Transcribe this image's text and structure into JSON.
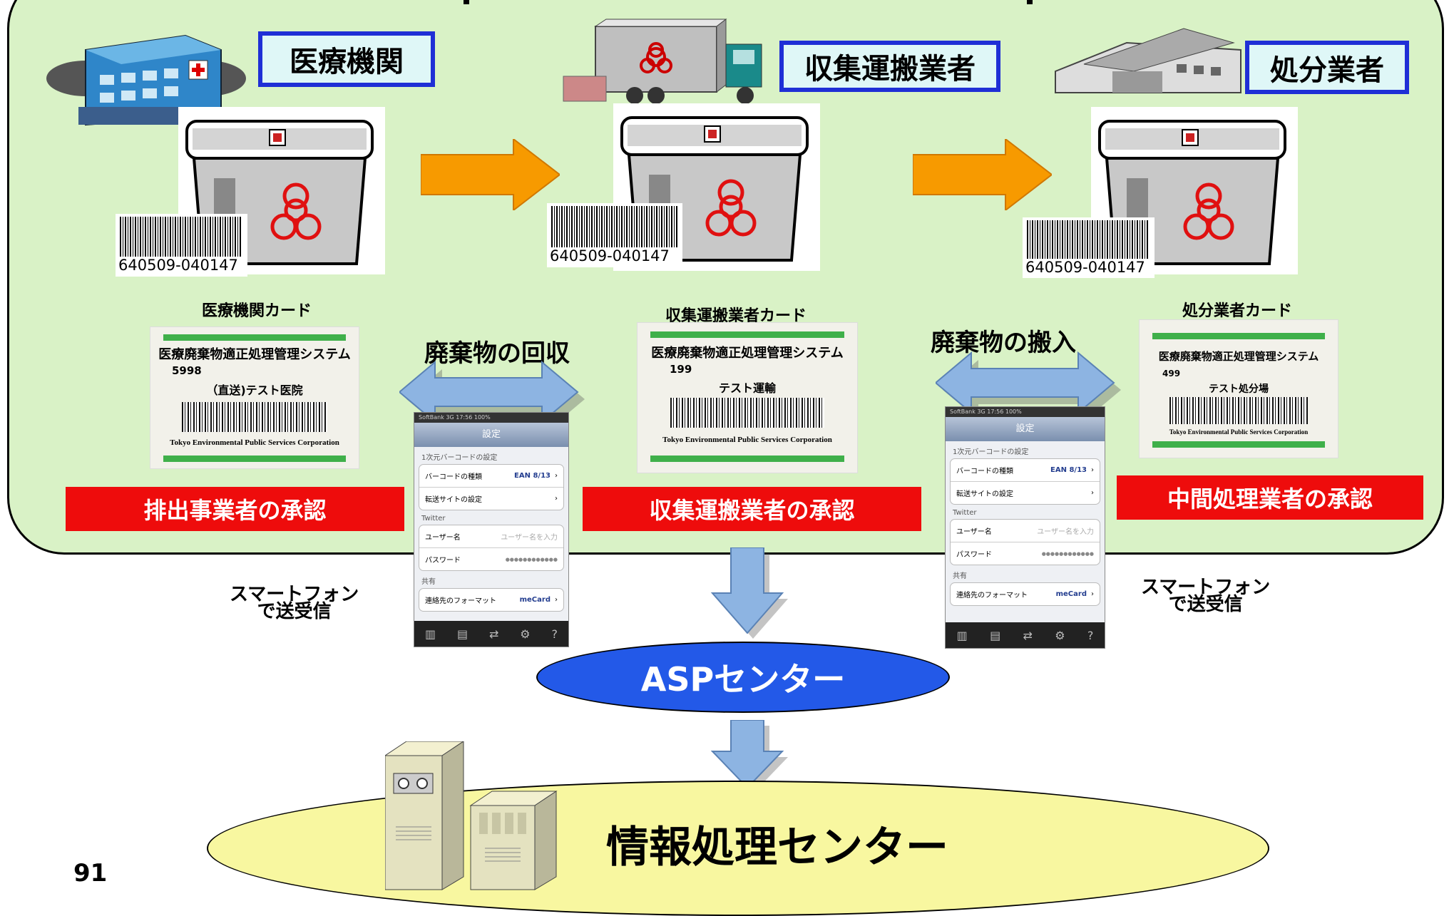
{
  "roles": {
    "medical": "医療機関",
    "collector": "収集運搬業者",
    "disposer": "処分業者"
  },
  "barcode_number": "640509-040147",
  "cards": [
    {
      "label": "医療機関カード",
      "system": "医療廃棄物適正処理管理システム",
      "number": "5998",
      "name": "（直送)テスト医院",
      "corp": "Tokyo Environmental Public Services Corporation"
    },
    {
      "label": "収集運搬業者カード",
      "system": "医療廃棄物適正処理管理システム",
      "number": "199",
      "name": "テスト運輸",
      "corp": "Tokyo Environmental Public Services Corporation"
    },
    {
      "label": "処分業者カード",
      "system": "医療廃棄物適正処理管理システム",
      "number": "499",
      "name": "テスト処分場",
      "corp": "Tokyo Environmental Public Services Corporation"
    }
  ],
  "approvals": {
    "emitter": "排出事業者の承認",
    "collector": "収集運搬業者の承認",
    "intermediate": "中間処理業者の承認"
  },
  "actions": {
    "collect": "廃棄物の回収",
    "deliver": "廃棄物の搬入"
  },
  "phone": {
    "status": "SoftBank 3G   17:56   100%",
    "nav_title": "設定",
    "section1": "1次元バーコードの設定",
    "row_type": "バーコードの種類",
    "row_type_value": "EAN 8/13",
    "row_site": "転送サイトの設定",
    "section2": "Twitter",
    "row_user": "ユーザー名",
    "row_user_placeholder": "ユーザー名を入力",
    "row_pass": "パスワード",
    "row_pass_value": "●●●●●●●●●●●●",
    "section3": "共有",
    "row_format": "連絡先のフォーマット",
    "row_format_value": "meCard"
  },
  "smartphone_label": "スマートフォン\nで送受信",
  "asp_center": "ASPセンター",
  "info_center": "情報処理センター",
  "page_number": "91",
  "colors": {
    "panel": "#d9f2c6",
    "role_border": "#1f2fd6",
    "approve": "#ee0c0c",
    "arrow_orange": "#f79a00",
    "arrow_blue": "#8db4e2",
    "asp": "#2359e8",
    "info": "#f8f7a0"
  }
}
